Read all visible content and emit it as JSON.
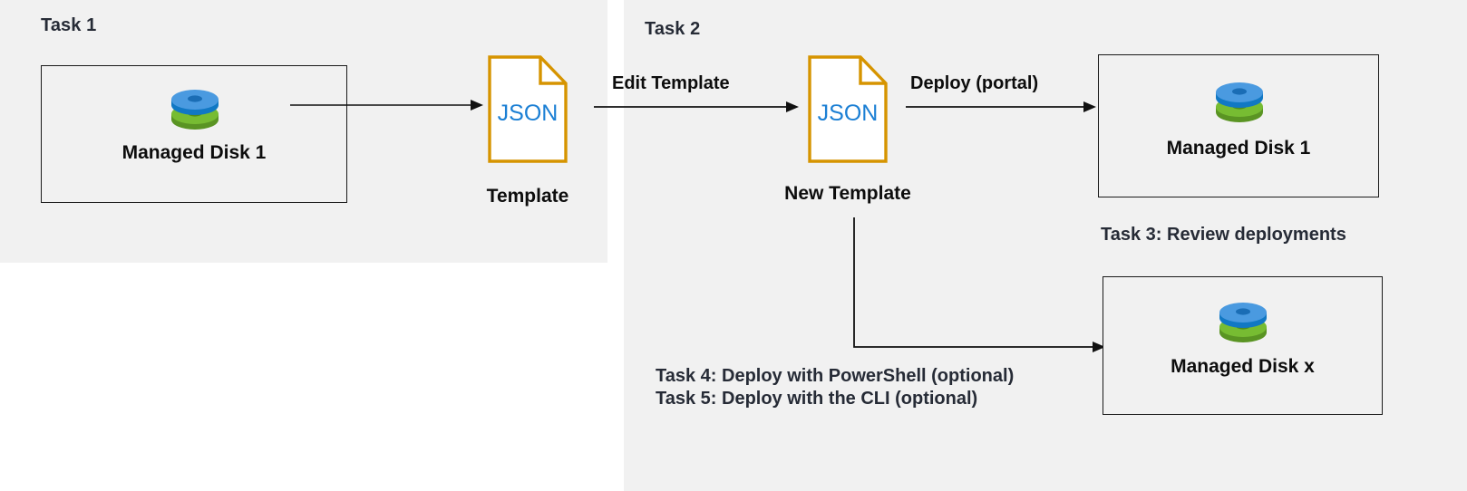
{
  "diagram": {
    "title": "Azure Managed Disk ARM template task flow",
    "background": "#ffffff",
    "panel_fill": "#f1f1f1"
  },
  "colors": {
    "panel": "#f1f1f1",
    "heading_text": "#262b36",
    "body_text": "#0d0d0d",
    "box_border": "#1a1a1a",
    "json_border": "#d69400",
    "json_text": "#1b7fd4",
    "disk_blue_top": "#4a9ae0",
    "disk_blue_side": "#1178c4",
    "disk_green_top": "#77bc32",
    "disk_green_side": "#5a9423",
    "arrow": "#111111"
  },
  "left_panel": {
    "heading": "Task 1",
    "disk_box": {
      "caption": "Managed Disk 1",
      "icon": "managed-disk-icon"
    },
    "json_file": {
      "text": "JSON",
      "label": "Template",
      "icon": "json-file-icon"
    },
    "arrow": {
      "label": "",
      "icon": "arrow-right-icon"
    }
  },
  "right_panel": {
    "heading": "Task 2",
    "arrows": [
      {
        "label": "Edit Template",
        "icon": "arrow-right-icon"
      },
      {
        "label": "Deploy (portal)",
        "icon": "arrow-right-icon"
      },
      {
        "label": "",
        "icon": "elbow-arrow-icon"
      }
    ],
    "json_file": {
      "text": "JSON",
      "label": "New Template",
      "icon": "json-file-icon"
    },
    "disk_box_top": {
      "caption": "Managed Disk 1",
      "icon": "managed-disk-icon"
    },
    "disk_box_bottom": {
      "caption": "Managed Disk x",
      "icon": "managed-disk-icon"
    },
    "notes": {
      "task3": "Task 3: Review deployments",
      "task4": "Task 4: Deploy with PowerShell (optional)",
      "task5": "Task 5: Deploy with the CLI (optional)"
    }
  }
}
